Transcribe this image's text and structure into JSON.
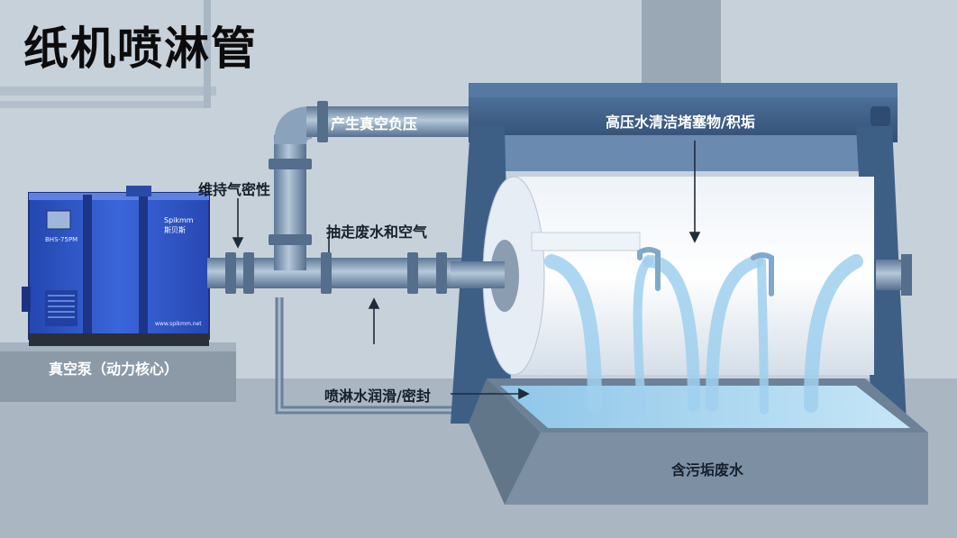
{
  "title": "纸机喷淋管",
  "labels": {
    "vacuum_pump": "真空泵（动力核心）",
    "maintain_seal": "维持气密性",
    "generate_vacuum": "产生真空负压",
    "extract_water_air": "抽走废水和空气",
    "spray_lubricate": "喷淋水润滑/密封",
    "high_pressure_clean": "高压水清洁堵塞物/积垢",
    "wastewater": "含污垢废水"
  },
  "pump": {
    "brand": "Spikmm",
    "brand_sub": "斯贝斯",
    "model": "BHS-75PM",
    "url": "www.spikmm.net"
  },
  "colors": {
    "pipe": "#7f98b3",
    "machine_frame": "#3e5f86",
    "pump_body": "#2f55c6",
    "water": "#a9d6f0",
    "background": "#c9d3dc"
  }
}
